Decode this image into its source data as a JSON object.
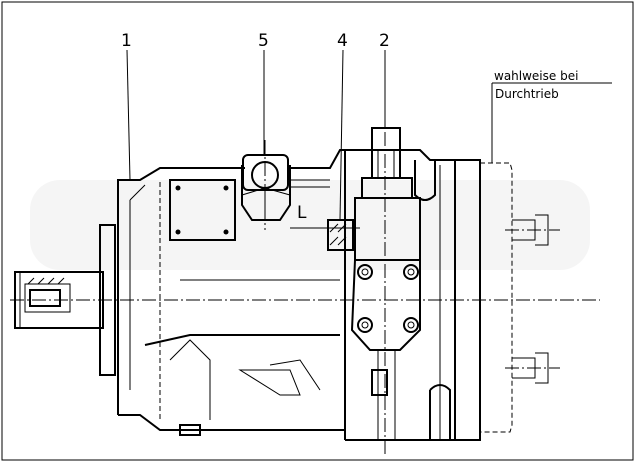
{
  "labels": {
    "callout_1": "1",
    "callout_5": "5",
    "callout_4": "4",
    "callout_2": "2",
    "port_L": "L"
  },
  "note": {
    "line1": "wahlweise bei",
    "line2": "Durchtrieb"
  }
}
